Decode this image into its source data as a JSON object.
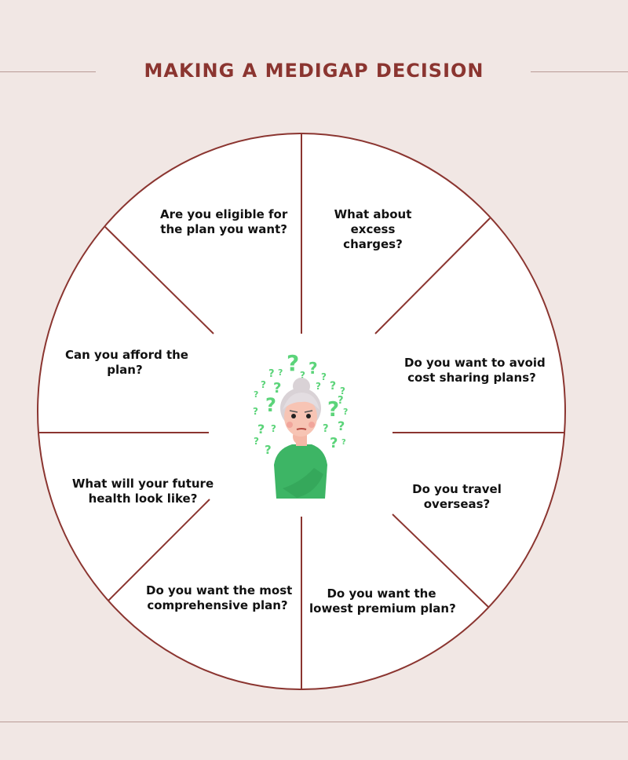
{
  "title": "MAKING A MEDIGAP DECISION",
  "colors": {
    "background": "#f1e7e4",
    "accent": "#8b3530",
    "rule": "#b99a95",
    "wheel_fill": "#ffffff",
    "question_marks": "#5cd47a",
    "shirt": "#3db565"
  },
  "center_icon": "thinking-elderly-woman-icon",
  "segments": [
    {
      "id": "eligible",
      "lines": [
        "Are you eligible for",
        "the plan you want?"
      ]
    },
    {
      "id": "excess",
      "lines": [
        "What about",
        "excess",
        "charges?"
      ]
    },
    {
      "id": "avoid",
      "lines": [
        "Do you want to avoid",
        "cost sharing plans?"
      ]
    },
    {
      "id": "travel",
      "lines": [
        "Do you travel",
        "overseas?"
      ]
    },
    {
      "id": "lowest",
      "lines": [
        "Do you want the",
        "lowest premium plan?"
      ]
    },
    {
      "id": "comprehensive",
      "lines": [
        "Do you want the most",
        "comprehensive plan?"
      ]
    },
    {
      "id": "future",
      "lines": [
        "What will your future",
        "health look like?"
      ]
    },
    {
      "id": "afford",
      "lines": [
        "Can you afford the",
        "plan?"
      ]
    }
  ]
}
